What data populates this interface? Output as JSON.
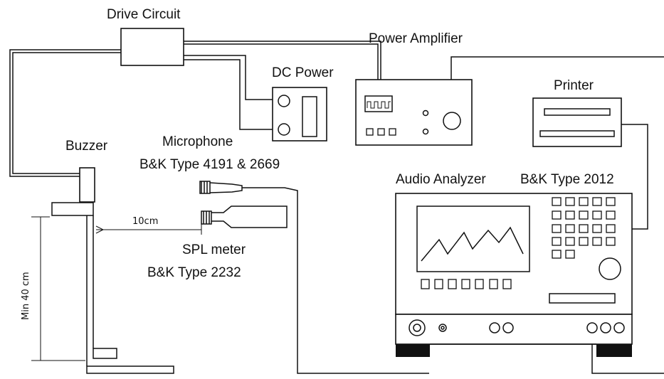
{
  "labels": {
    "drive_circuit": "Drive Circuit",
    "power_amplifier": "Power Amplifier",
    "dc_power": "DC Power",
    "printer": "Printer",
    "buzzer": "Buzzer",
    "microphone": "Microphone",
    "microphone_model": "B&K Type 4191 & 2669",
    "audio_analyzer": "Audio Analyzer",
    "analyzer_model": "B&K Type 2012",
    "distance": "10cm",
    "spl_meter": "SPL meter",
    "spl_model": "B&K  Type 2232",
    "height": "Min  40  cm"
  },
  "icons": {
    "square_wave": "square-wave-icon",
    "analyzer_trace": "zigzag-trace-icon"
  }
}
